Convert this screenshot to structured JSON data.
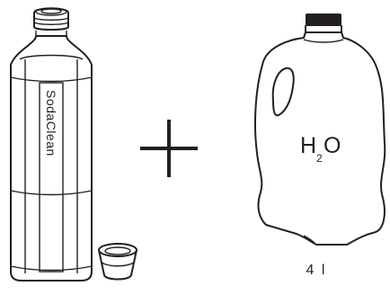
{
  "bottle": {
    "brand_text": "SodaClean"
  },
  "jug": {
    "formula_main": "H",
    "formula_sub": "2",
    "formula_end": "O"
  },
  "volume_label": "4 l",
  "colors": {
    "line": "#231f20",
    "cap": "#231f20",
    "background": "#ffffff"
  },
  "icons": {
    "plus": "plus-sign-icon"
  }
}
